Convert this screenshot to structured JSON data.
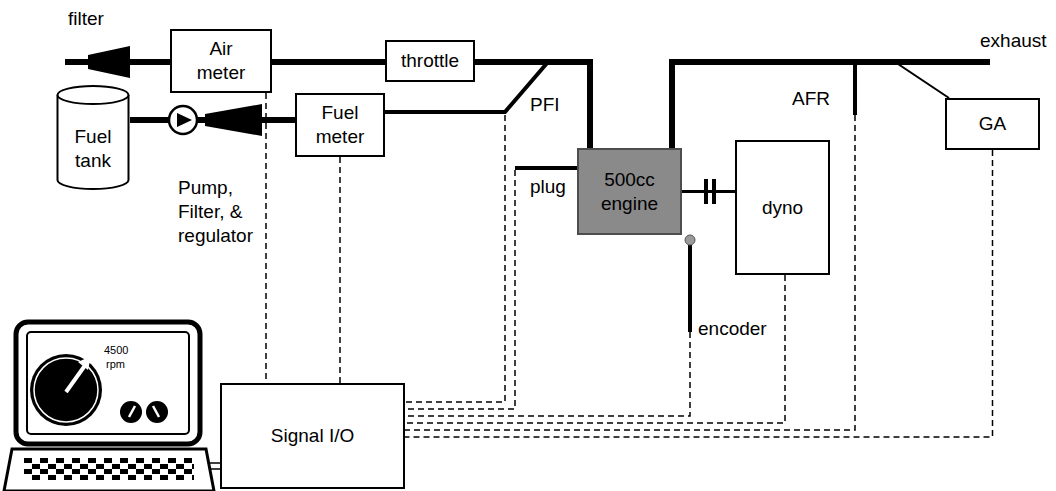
{
  "diagram": {
    "nodes": [
      {
        "text": [
          "Air meter"
        ]
      },
      {
        "text": [
          "throttle"
        ]
      },
      {
        "text": [
          "Fuel tank"
        ]
      },
      {
        "text": [
          "Fuel meter"
        ]
      },
      {
        "text": [
          "500cc engine"
        ]
      },
      {
        "text": [
          "dyno"
        ]
      },
      {
        "text": [
          "GA"
        ]
      },
      {
        "text": [
          "Signal I/O"
        ]
      }
    ],
    "edges": [
      {
        "from": 0,
        "to": 1,
        "arrow": "none"
      },
      {
        "from": 1,
        "to": 4,
        "arrow": "none"
      },
      {
        "from": 2,
        "to": 3,
        "arrow": "none"
      },
      {
        "from": 3,
        "to": 4,
        "arrow": "none"
      },
      {
        "from": 4,
        "to": 6,
        "arrow": "none"
      },
      {
        "from": 4,
        "to": 5,
        "arrow": "none"
      },
      {
        "from": 0,
        "to": 7,
        "arrow": "none"
      },
      {
        "from": 3,
        "to": 7,
        "arrow": "none"
      },
      {
        "from": 5,
        "to": 7,
        "arrow": "none"
      },
      {
        "from": 6,
        "to": 7,
        "arrow": "none"
      }
    ],
    "labels": [
      "filter",
      "exhaust",
      "Pump, Filter, & regulator",
      "PFI",
      "plug",
      "AFR",
      "encoder",
      "4500",
      "rpm"
    ]
  }
}
